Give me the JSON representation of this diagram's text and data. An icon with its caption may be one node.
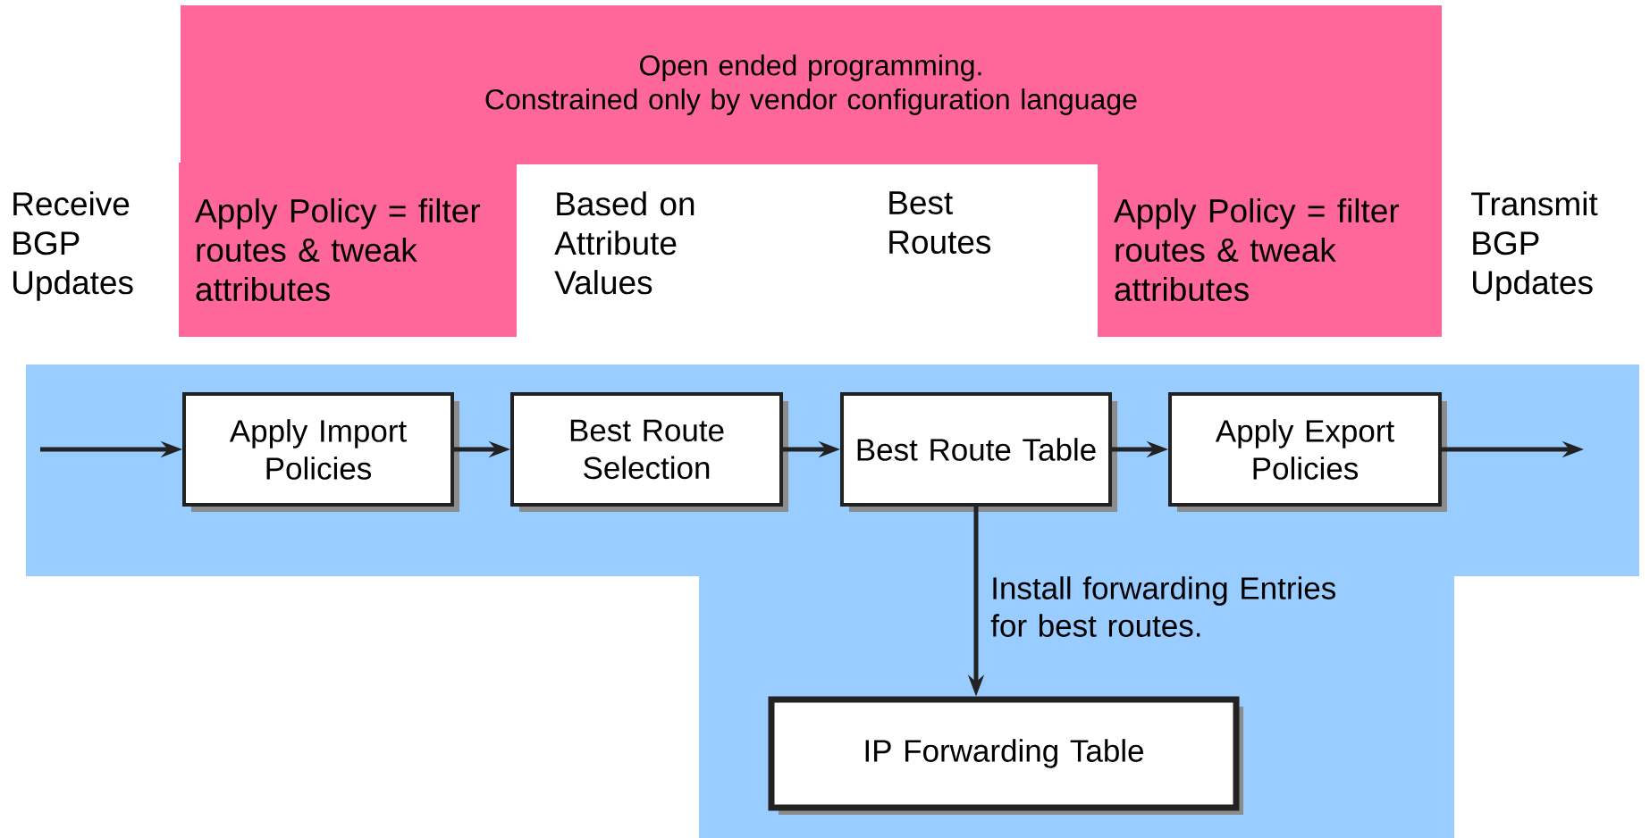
{
  "diagram": {
    "nodes": [
      {
        "text": [
          "Open ended programming.",
          "Constrained only by vendor configuration language"
        ]
      },
      {
        "text": [
          "Apply Policy = filter routes & tweak attributes"
        ]
      },
      {
        "text": [
          "Apply Policy = filter routes & tweak attributes"
        ]
      },
      {
        "text": [
          "Apply Import Policies"
        ]
      },
      {
        "text": [
          "Best Route Selection"
        ]
      },
      {
        "text": [
          "Best Route Table"
        ]
      },
      {
        "text": [
          "Apply Export Policies"
        ]
      },
      {
        "text": [
          "IP Forwarding Table"
        ]
      }
    ],
    "edges": [
      {
        "from": null,
        "to": 3,
        "arrow": "to"
      },
      {
        "from": 3,
        "to": 4,
        "arrow": "to"
      },
      {
        "from": 4,
        "to": 5,
        "arrow": "to"
      },
      {
        "from": 5,
        "to": 6,
        "arrow": "to"
      },
      {
        "from": 6,
        "to": null,
        "arrow": "to"
      },
      {
        "from": 5,
        "to": 7,
        "arrow": "to",
        "label": "Install forwarding Entries for best routes."
      }
    ],
    "labels": [
      "Receive BGP Updates",
      "Based on Attribute Values",
      "Best Routes",
      "Transmit BGP Updates"
    ]
  }
}
